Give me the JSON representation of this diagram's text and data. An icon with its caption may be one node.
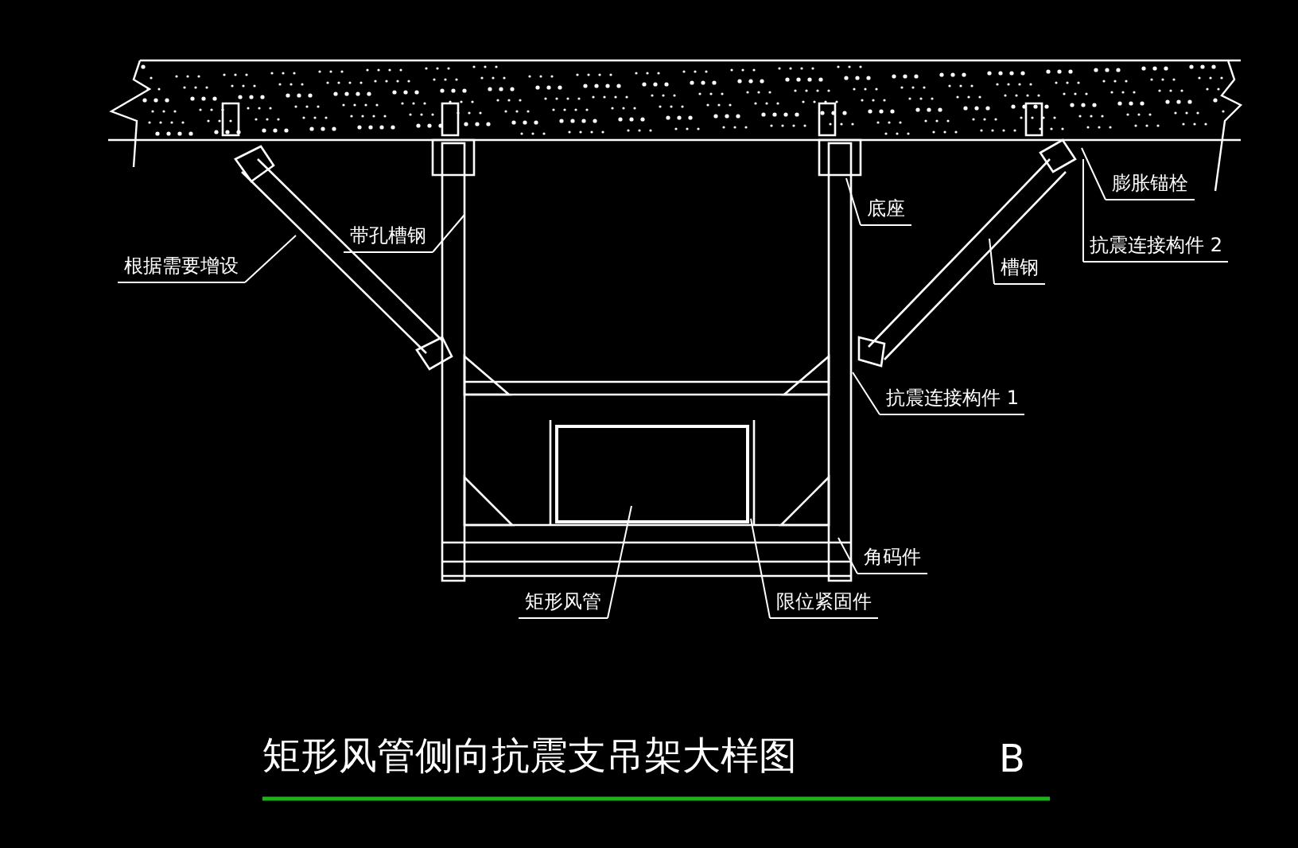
{
  "diagram": {
    "title": "矩形风管侧向抗震支吊架大样图",
    "nodes": [
      {
        "text": [
          "根据需要增设"
        ]
      },
      {
        "text": [
          "带孔槽钢"
        ]
      },
      {
        "text": [
          "底座"
        ]
      },
      {
        "text": [
          "膨胀锚栓"
        ]
      },
      {
        "text": [
          "槽钢"
        ]
      },
      {
        "text": [
          "抗震连接构件 2"
        ]
      },
      {
        "text": [
          "抗震连接构件 1"
        ]
      },
      {
        "text": [
          "角码件"
        ]
      },
      {
        "text": [
          "矩形风管"
        ]
      },
      {
        "text": [
          "限位紧固件"
        ]
      }
    ],
    "edges": [
      {
        "from": 0,
        "to": null,
        "arrow": "none"
      },
      {
        "from": 1,
        "to": null,
        "arrow": "none"
      },
      {
        "from": 2,
        "to": null,
        "arrow": "none"
      },
      {
        "from": 3,
        "to": null,
        "arrow": "none"
      },
      {
        "from": 4,
        "to": null,
        "arrow": "none"
      },
      {
        "from": 5,
        "to": null,
        "arrow": "none"
      },
      {
        "from": 6,
        "to": null,
        "arrow": "none"
      },
      {
        "from": 7,
        "to": null,
        "arrow": "none"
      },
      {
        "from": 8,
        "to": null,
        "arrow": "none"
      },
      {
        "from": 9,
        "to": null,
        "arrow": "none"
      }
    ],
    "labels": [
      "B"
    ]
  }
}
